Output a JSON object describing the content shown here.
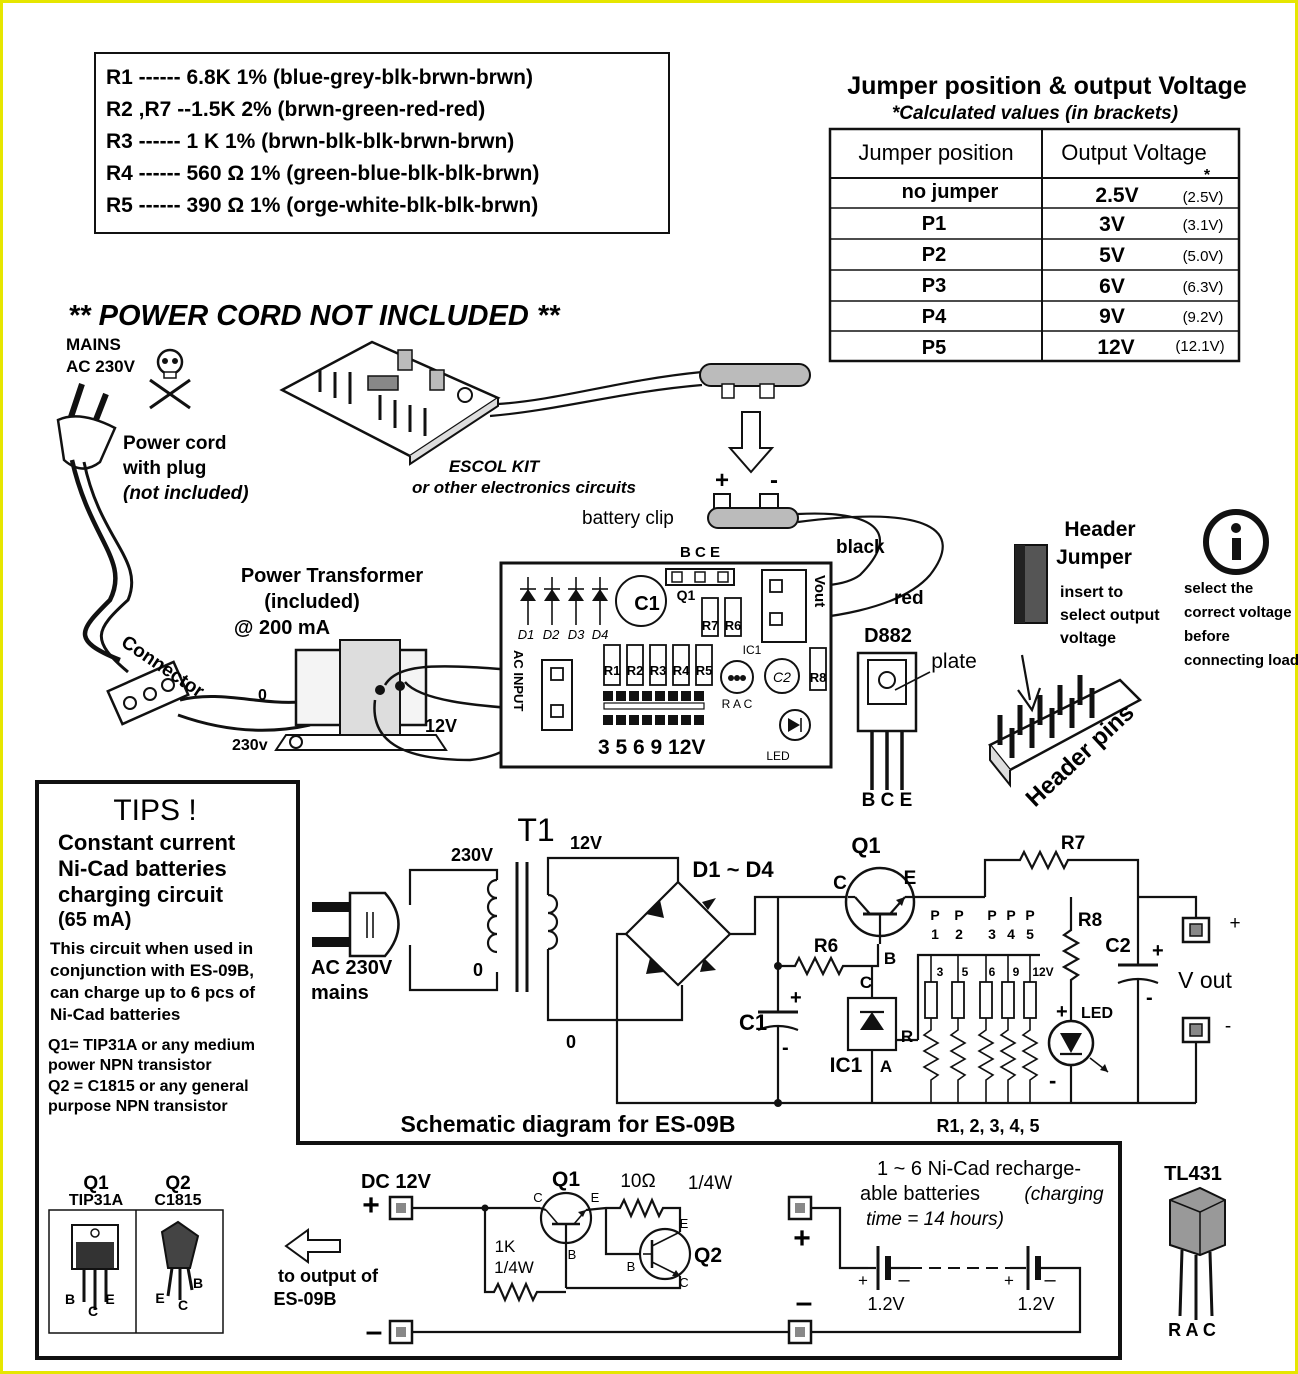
{
  "resistor_list": [
    "R1  ------ 6.8K 1% (blue-grey-blk-brwn-brwn)",
    "R2 ,R7 --1.5K  2% (brwn-green-red-red)",
    "R3  ------ 1 K  1% (brwn-blk-blk-brwn-brwn)",
    "R4  ------ 560 Ω 1% (green-blue-blk-blk-brwn)",
    "R5  ------ 390 Ω 1% (orge-white-blk-blk-brwn)"
  ],
  "jumper_table": {
    "title": "Jumper position & output Voltage",
    "subtitle": "*Calculated values (in brackets)",
    "col_position": "Jumper position",
    "col_voltage": "Output Voltage",
    "asterisk": "*",
    "rows": [
      {
        "position": "no  jumper",
        "voltage": "2.5V",
        "calc": "(2.5V)"
      },
      {
        "position": "P1",
        "voltage": "3V",
        "calc": "(3.1V)"
      },
      {
        "position": "P2",
        "voltage": "5V",
        "calc": "(5.0V)"
      },
      {
        "position": "P3",
        "voltage": "6V",
        "calc": "(6.3V)"
      },
      {
        "position": "P4",
        "voltage": "9V",
        "calc": "(9.2V)"
      },
      {
        "position": "P5",
        "voltage": "12V",
        "calc": "(12.1V)"
      }
    ]
  },
  "warning": "** POWER CORD  NOT INCLUDED **",
  "wiring": {
    "mains_1": "MAINS",
    "mains_2": "AC 230V",
    "cord_1": "Power cord",
    "cord_2": "with plug",
    "cord_3": "(not included)",
    "kit_1": "ESCOL KIT",
    "kit_2": "or other electronics circuits",
    "battery_clip": "battery clip",
    "plus": "+",
    "minus": "-",
    "black": "black",
    "red": "red",
    "transformer_1": "Power Transformer",
    "transformer_2": "(included)",
    "transformer_3": "@ 200 mA",
    "connector": "Connector",
    "t0": "0",
    "t230": "230v",
    "t12": "12V"
  },
  "pcb": {
    "bce": "B  C  E",
    "c1": "C1",
    "q1": "Q1",
    "r7": "R7",
    "r6": "R6",
    "diodes": [
      "D1",
      "D2",
      "D3",
      "D4"
    ],
    "ac_input": "AC INPUT",
    "vout": "Vout",
    "r_labels": [
      "R1",
      "R2",
      "R3",
      "R4",
      "R5"
    ],
    "ic1": "IC1",
    "c2": "C2",
    "r8": "R8",
    "rac": "R A C",
    "led": "LED",
    "volt_row": "3 5 6 9 12V"
  },
  "d882": {
    "title": "D882",
    "plate": "plate",
    "pins": "B C E"
  },
  "header": {
    "title_1": "Header",
    "title_2": "Jumper",
    "desc_1": "insert to",
    "desc_2": "select output",
    "desc_3": "voltage",
    "pins": "Header pins"
  },
  "info": {
    "line_1": "select the",
    "line_2": "correct voltage",
    "line_3": "before",
    "line_4": "connecting load"
  },
  "tips": {
    "title": "TIPS !",
    "heading_1": "Constant current",
    "heading_2": "Ni-Cad batteries",
    "heading_3": "charging  circuit",
    "heading_4": "(65 mA)",
    "body_1": "This  circuit when used in",
    "body_2": "conjunction  with ES-09B,",
    "body_3": "can charge up to 6 pcs of",
    "body_4": "Ni-Cad batteries",
    "q1_a": "Q1= TIP31A or any medium",
    "q1_b": "power NPN transistor",
    "q2_a": "Q2 = C1815 or any general",
    "q2_b": "purpose NPN transistor"
  },
  "schematic": {
    "title": "Schematic diagram for ES-09B",
    "t1": "T1",
    "v230": "230V",
    "v12": "12V",
    "zero": "0",
    "ac_1": "AC 230V",
    "ac_2": "mains",
    "diodes": "D1 ~ D4",
    "q1": "Q1",
    "c": "C",
    "e": "E",
    "b": "B",
    "r": "R",
    "a": "A",
    "r6": "R6",
    "r7": "R7",
    "r8": "R8",
    "c1": "C1",
    "c2": "C2",
    "ic1": "IC1",
    "led": "LED",
    "vout": "V out",
    "plus": "+",
    "minus": "-",
    "p_labels": [
      "P",
      "P",
      "P",
      "P",
      "P"
    ],
    "p_nums": [
      "1",
      "2",
      "3",
      "4",
      "5"
    ],
    "v_labels": [
      "3",
      "5",
      "6",
      "9",
      "12V"
    ],
    "r_bottom": "R1, 2, 3, 4, 5"
  },
  "charger": {
    "dc": "DC 12V",
    "q1": "Q1",
    "q2": "Q2",
    "r_top": "10Ω",
    "watt": "1/4W",
    "r1k_1": "1K",
    "r1k_2": "1/4W",
    "batt_1": "1 ~ 6 Ni-Cad recharge-",
    "batt_2": "able  batteries",
    "batt_3": "(charging",
    "batt_4": "time = 14 hours)",
    "v12": "1.2V",
    "output_1": "to output of",
    "output_2": "ES-09B",
    "c": "C",
    "e": "E",
    "b": "B",
    "plus": "+",
    "minus": "–"
  },
  "pinout": {
    "q1": "Q1",
    "q1_part": "TIP31A",
    "q2": "Q2",
    "q2_part": "C1815",
    "b": "B",
    "c": "C",
    "e": "E"
  },
  "tl431": {
    "title": "TL431",
    "pins": "R A C"
  }
}
